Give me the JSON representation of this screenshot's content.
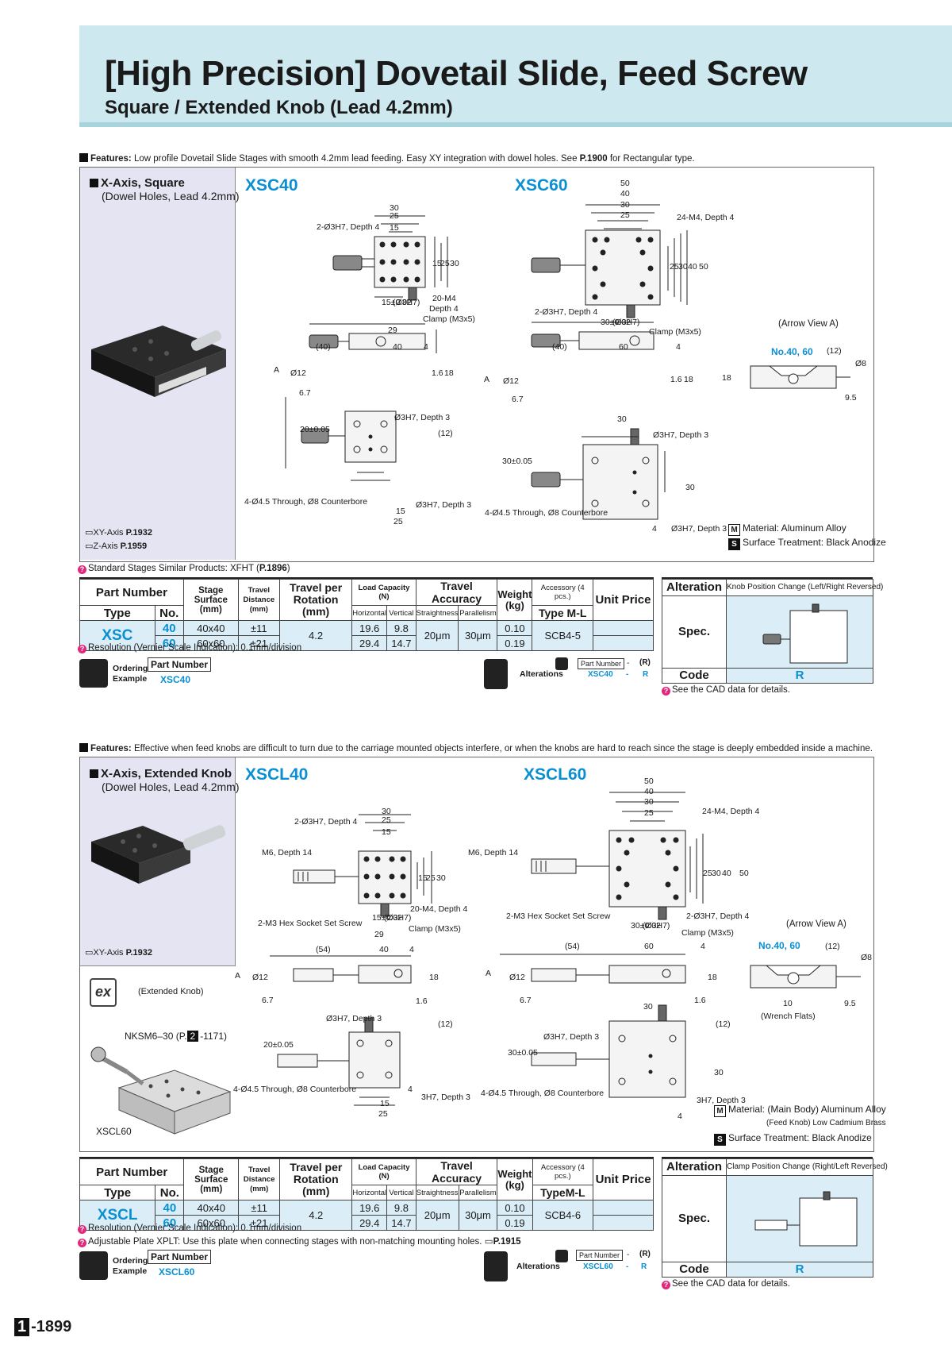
{
  "header": {
    "title": "[High Precision] Dovetail Slide, Feed Screw",
    "subtitle": "Square / Extended Knob (Lead 4.2mm)"
  },
  "section1": {
    "features_label": "Features:",
    "features_text": " Low profile Dovetail Slide Stages with smooth 4.2mm lead feeding. Easy XY integration with dowel holes. See ",
    "features_ref": "P.1900",
    "features_tail": " for Rectangular type.",
    "side_title": "X-Axis, Square",
    "side_subtitle": "(Dowel Holes, Lead 4.2mm)",
    "xy_ref_label": "XY-Axis",
    "xy_ref": "P.1932",
    "z_ref_label": "Z-Axis",
    "z_ref": "P.1959",
    "model_a": "XSC40",
    "model_b": "XSC60",
    "dims": {
      "a_top": [
        "30",
        "25",
        "15"
      ],
      "a_holes": "2-Ø3H7, Depth 4",
      "a_right": [
        "15",
        "25",
        "30"
      ],
      "a_m4": "20-M4",
      "a_depth4": "Depth 4",
      "a_clamp": "Clamp (M3x5)",
      "a_tol": "15±0.02",
      "a_h7": "(Ø3H7)",
      "a_29": "29",
      "a_side": [
        "(40)",
        "40",
        "4",
        "A",
        "Ø12",
        "6.7",
        "1.6",
        "18"
      ],
      "a_bottom_h7": "Ø3H7, Depth 3",
      "a_20": "20±0.05",
      "a_12": "(12)",
      "a_cb": "4-Ø4.5 Through, Ø8 Counterbore",
      "a_bot": [
        "15",
        "25"
      ],
      "a_h7d3": "Ø3H7, Depth 3",
      "b_top": [
        "50",
        "40",
        "30",
        "25"
      ],
      "b_m4": "24-M4, Depth 4",
      "b_right": [
        "25",
        "30",
        "40",
        "50"
      ],
      "b_holes": "2-Ø3H7, Depth 4",
      "b_tol": "30±0.02",
      "b_h7": "(Ø3H7)",
      "b_clamp": "Clamp (M3x5)",
      "b_side": [
        "(40)",
        "60",
        "4",
        "A",
        "Ø12",
        "6.7",
        "1.6",
        "18"
      ],
      "b_30": "30",
      "b_bottom_h7": "Ø3H7, Depth 3",
      "b_tol2": "30±0.05",
      "b_cb": "4-Ø4.5 Through, Ø8 Counterbore",
      "b_30r": "30",
      "b_4": "4",
      "b_h7d3": "Ø3H7, Depth 3",
      "arrow_view": "(Arrow View A)",
      "no_label": "No.40, 60",
      "arrow_dims": [
        "(12)",
        "18",
        "Ø8",
        "9.5"
      ]
    },
    "material": "Material: Aluminum Alloy",
    "surface": "Surface Treatment: Black Anodize",
    "similar_note": "Standard Stages Similar Products: XFHT (",
    "similar_ref": "P.1896",
    "similar_close": ")",
    "table": {
      "h_part_number": "Part Number",
      "h_type": "Type",
      "h_no": "No.",
      "h_stage": "Stage Surface",
      "h_stage_unit": "(mm)",
      "h_travel": "Travel Distance",
      "h_travel_unit": "(mm)",
      "h_rot": "Travel per Rotation (mm)",
      "h_load": "Load Capacity (N)",
      "h_horizontal": "Horizontal",
      "h_vertical": "Vertical",
      "h_acc": "Travel Accuracy",
      "h_straight": "Straightness",
      "h_parallel": "Parallelism",
      "h_weight": "Weight (kg)",
      "h_accessory": "Accessory (4 pcs.)",
      "h_accessory_type": "Type M-L",
      "h_price": "Unit Price",
      "type": "XSC",
      "rows": [
        {
          "no": "40",
          "stage": "40x40",
          "travel": "±11",
          "h": "19.6",
          "v": "9.8",
          "weight": "0.10"
        },
        {
          "no": "60",
          "stage": "60x60",
          "travel": "±21",
          "h": "29.4",
          "v": "14.7",
          "weight": "0.19"
        }
      ],
      "rotation": "4.2",
      "straightness": "20μm",
      "parallelism": "30μm",
      "accessory": "SCB4-5"
    },
    "resolution": "Resolution (Vernier Scale Indication): 0.1mm/division",
    "ordering_label": "Ordering Example",
    "ordering_pn_label": "Part Number",
    "ordering_pn": "XSC40",
    "alterations_label": "Alterations",
    "alt_pn_label": "Part Number",
    "alt_dash": "-",
    "alt_r_label": "(R)",
    "alt_pn": "XSC40",
    "alt_r": "R",
    "alt_table": {
      "title": "Alteration",
      "desc": "Knob Position Change (Left/Right Reversed)",
      "spec": "Spec.",
      "code_label": "Code",
      "code": "R"
    },
    "cad_note": "See the CAD data for details."
  },
  "section2": {
    "features_label": "Features:",
    "features_text": " Effective when feed knobs are difficult to turn due to the carriage mounted objects interfere, or when the knobs are hard to reach since the stage is deeply embedded inside a machine.",
    "side_title": "X-Axis, Extended Knob",
    "side_subtitle": "(Dowel Holes, Lead 4.2mm)",
    "xy_ref_label": "XY-Axis",
    "xy_ref": "P.1932",
    "ex_icon": "ex",
    "ex_label": "(Extended Knob)",
    "nksm_label": "NKSM6–30 (P.",
    "nksm_page_box": "2",
    "nksm_page": "-1171)",
    "xscl60_label": "XSCL60",
    "model_a": "XSCL40",
    "model_b": "XSCL60",
    "dims": {
      "a_top": [
        "30",
        "25",
        "15"
      ],
      "a_holes": "2-Ø3H7, Depth 4",
      "a_m6": "M6, Depth 14",
      "a_right": [
        "15",
        "25",
        "30"
      ],
      "a_m4": "20-M4, Depth 4",
      "a_setscrew": "2-M3 Hex Socket Set Screw",
      "a_tol": "15±0.02",
      "a_h7": "(Ø3H7)",
      "a_clamp": "Clamp (M3x5)",
      "a_29": "29",
      "a_side": [
        "(54)",
        "40",
        "4",
        "A",
        "Ø12",
        "6.7",
        "1.6",
        "18"
      ],
      "a_bottom_h7": "Ø3H7, Depth 3",
      "a_20": "20±0.05",
      "a_12": "(12)",
      "a_cb": "4-Ø4.5 Through, Ø8 Counterbore",
      "a_bot": [
        "15",
        "25"
      ],
      "a_4": "4",
      "a_h7d3": "3H7, Depth 3",
      "b_top": [
        "50",
        "40",
        "30",
        "25"
      ],
      "b_m4": "24-M4, Depth 4",
      "b_m6": "M6, Depth 14",
      "b_right": [
        "25",
        "30",
        "40",
        "50"
      ],
      "b_setscrew": "2-M3 Hex Socket Set Screw",
      "b_holes": "2-Ø3H7, Depth 4",
      "b_tol": "30±0.02",
      "b_h7": "(Ø3H7)",
      "b_clamp": "Clamp (M3x5)",
      "b_side": [
        "(54)",
        "60",
        "4",
        "A",
        "Ø12",
        "6.7",
        "1.6",
        "18"
      ],
      "b_30": "30",
      "b_bottom_h7": "Ø3H7, Depth 3",
      "b_tol2": "30±0.05",
      "b_12": "(12)",
      "b_30r": "30",
      "b_cb": "4-Ø4.5 Through, Ø8 Counterbore",
      "b_4": "4",
      "b_h7d3": "3H7, Depth 3",
      "arrow_view": "(Arrow View A)",
      "no_label": "No.40, 60",
      "arrow_dims": [
        "(12)",
        "Ø8",
        "9.5",
        "10"
      ],
      "wrench": "(Wrench Flats)"
    },
    "material": "Material: (Main Body) Aluminum Alloy",
    "material_knob": "(Feed Knob) Low Cadmium Brass",
    "surface": "Surface Treatment: Black Anodize",
    "table": {
      "h_part_number": "Part Number",
      "h_type": "Type",
      "h_no": "No.",
      "h_stage": "Stage Surface",
      "h_stage_unit": "(mm)",
      "h_travel": "Travel Distance",
      "h_travel_unit": "(mm)",
      "h_rot": "Travel per Rotation (mm)",
      "h_load": "Load Capacity (N)",
      "h_horizontal": "Horizontal",
      "h_vertical": "Vertical",
      "h_acc": "Travel Accuracy",
      "h_straight": "Straightness",
      "h_parallel": "Parallelism",
      "h_weight": "Weight (kg)",
      "h_accessory": "Accessory (4 pcs.)",
      "h_accessory_type": "TypeM-L",
      "h_price": "Unit Price",
      "type": "XSCL",
      "rows": [
        {
          "no": "40",
          "stage": "40x40",
          "travel": "±11",
          "h": "19.6",
          "v": "9.8",
          "weight": "0.10"
        },
        {
          "no": "60",
          "stage": "60x60",
          "travel": "±21",
          "h": "29.4",
          "v": "14.7",
          "weight": "0.19"
        }
      ],
      "rotation": "4.2",
      "straightness": "20μm",
      "parallelism": "30μm",
      "accessory": "SCB4-6"
    },
    "resolution": "Resolution (Vernier Scale Indication): 0.1mm/division",
    "adjustable": "Adjustable Plate XPLT: Use this plate when connecting stages with non-matching mounting holes.",
    "adjustable_ref": "P.1915",
    "ordering_label": "Ordering Example",
    "ordering_pn_label": "Part Number",
    "ordering_pn": "XSCL60",
    "alterations_label": "Alterations",
    "alt_pn_label": "Part Number",
    "alt_dash": "-",
    "alt_r_label": "(R)",
    "alt_pn": "XSCL60",
    "alt_r": "R",
    "alt_table": {
      "title": "Alteration",
      "desc": "Clamp Position Change (Right/Left Reversed)",
      "spec": "Spec.",
      "code_label": "Code",
      "code": "R"
    },
    "cad_note": "See the CAD data for details."
  },
  "footer": {
    "page_box": "1",
    "page": "-1899"
  },
  "colors": {
    "header_band": "#cde8ef",
    "model_blue": "#0a8fd2",
    "side_panel": "#e5e4f2",
    "table_blue": "#dbeef7",
    "tip_pink": "#e0287d"
  }
}
